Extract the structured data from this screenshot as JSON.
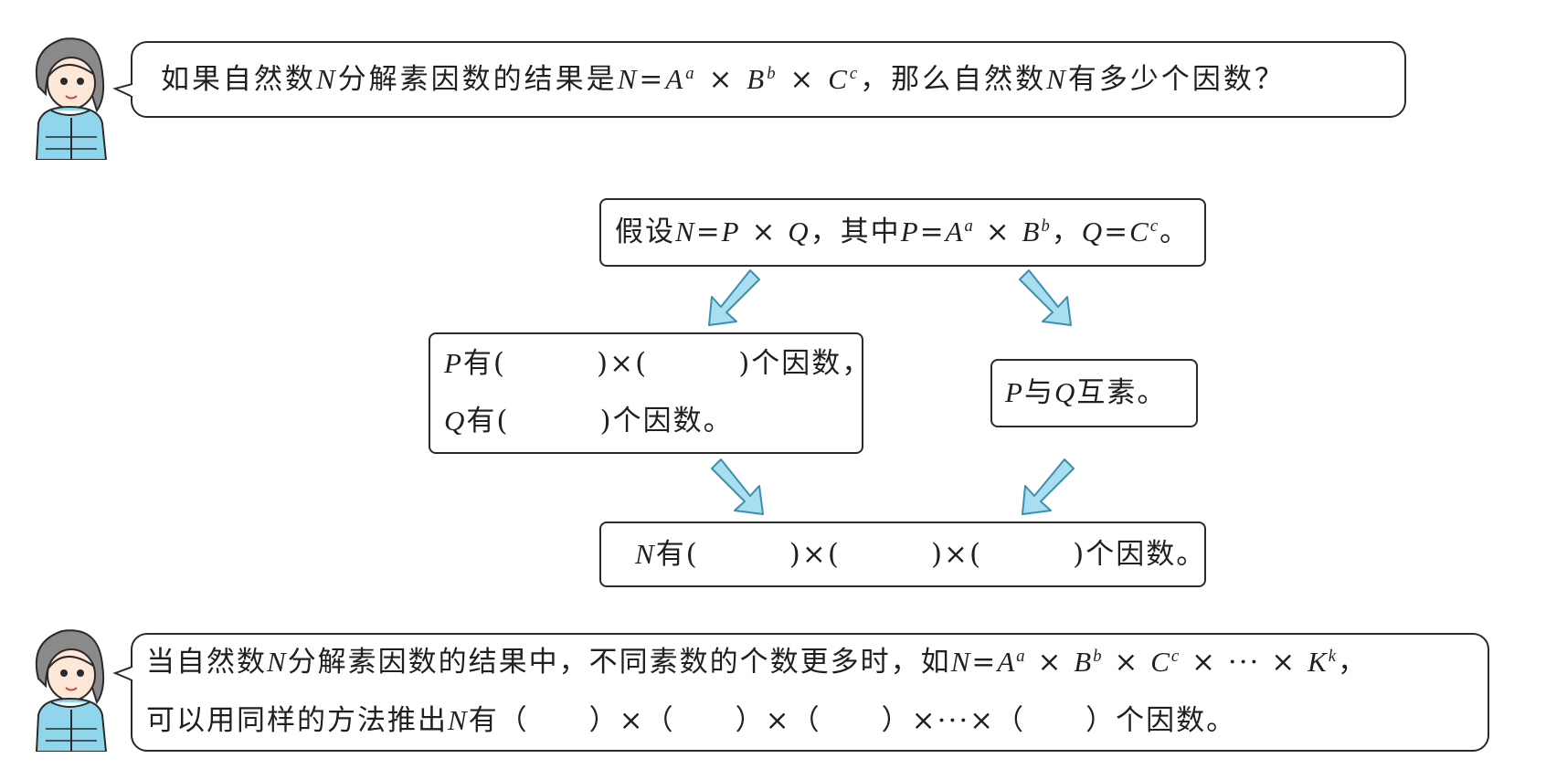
{
  "question_bubble": {
    "segments": [
      {
        "t": "如果自然数"
      },
      {
        "t": "N",
        "m": true
      },
      {
        "t": "分解素因数的结果是"
      },
      {
        "t": "N",
        "m": true
      },
      {
        "t": "="
      },
      {
        "t": "A",
        "m": true
      },
      {
        "t": "a",
        "m": true,
        "sup": true
      },
      {
        "t": " × "
      },
      {
        "t": "B",
        "m": true
      },
      {
        "t": "b",
        "m": true,
        "sup": true
      },
      {
        "t": " × "
      },
      {
        "t": "C",
        "m": true
      },
      {
        "t": "c",
        "m": true,
        "sup": true
      },
      {
        "t": "，那么自然数"
      },
      {
        "t": "N",
        "m": true
      },
      {
        "t": "有多少个因数？"
      }
    ]
  },
  "assumption_box": {
    "segments": [
      {
        "t": "假设"
      },
      {
        "t": "N",
        "m": true
      },
      {
        "t": "="
      },
      {
        "t": "P",
        "m": true
      },
      {
        "t": " × "
      },
      {
        "t": "Q",
        "m": true
      },
      {
        "t": "，其中"
      },
      {
        "t": "P",
        "m": true
      },
      {
        "t": "="
      },
      {
        "t": "A",
        "m": true
      },
      {
        "t": "a",
        "m": true,
        "sup": true
      },
      {
        "t": " × "
      },
      {
        "t": "B",
        "m": true
      },
      {
        "t": "b",
        "m": true,
        "sup": true
      },
      {
        "t": "，"
      },
      {
        "t": "Q",
        "m": true
      },
      {
        "t": "="
      },
      {
        "t": "C",
        "m": true
      },
      {
        "t": "c",
        "m": true,
        "sup": true
      },
      {
        "t": "。"
      }
    ]
  },
  "left_box": {
    "line1": [
      {
        "t": "P",
        "m": true
      },
      {
        "t": "有(　　　)×(　　　)个因数，"
      }
    ],
    "line2": [
      {
        "t": "Q",
        "m": true
      },
      {
        "t": "有(　　　)个因数。"
      }
    ]
  },
  "right_box": {
    "segments": [
      {
        "t": "P",
        "m": true
      },
      {
        "t": "与"
      },
      {
        "t": "Q",
        "m": true
      },
      {
        "t": "互素。"
      }
    ]
  },
  "result_box": {
    "segments": [
      {
        "t": "N",
        "m": true
      },
      {
        "t": "有(　　　)×(　　　)×(　　　)个因数。"
      }
    ]
  },
  "conclusion_bubble": {
    "line1": [
      {
        "t": "当自然数"
      },
      {
        "t": "N",
        "m": true
      },
      {
        "t": "分解素因数的结果中，不同素数的个数更多时，如"
      },
      {
        "t": "N",
        "m": true
      },
      {
        "t": "="
      },
      {
        "t": "A",
        "m": true
      },
      {
        "t": "a",
        "m": true,
        "sup": true
      },
      {
        "t": " × "
      },
      {
        "t": "B",
        "m": true
      },
      {
        "t": "b",
        "m": true,
        "sup": true
      },
      {
        "t": " × "
      },
      {
        "t": "C",
        "m": true
      },
      {
        "t": "c",
        "m": true,
        "sup": true
      },
      {
        "t": " × ··· × "
      },
      {
        "t": "K",
        "m": true
      },
      {
        "t": "k",
        "m": true,
        "sup": true
      },
      {
        "t": "，"
      }
    ],
    "line2": [
      {
        "t": "可以用同样的方法推出"
      },
      {
        "t": "N",
        "m": true
      },
      {
        "t": "有（　　）×（　　）×（　　）×···×（　　）个因数。"
      }
    ]
  },
  "colors": {
    "arrow_fill": "#a9def0",
    "arrow_stroke": "#3a8fb0",
    "outline": "#2a2a2a",
    "coat": "#8fd6ec",
    "hair": "#7a7a7a"
  },
  "icons": {
    "character": "girl-character-icon",
    "arrow": "down-arrow-icon"
  }
}
